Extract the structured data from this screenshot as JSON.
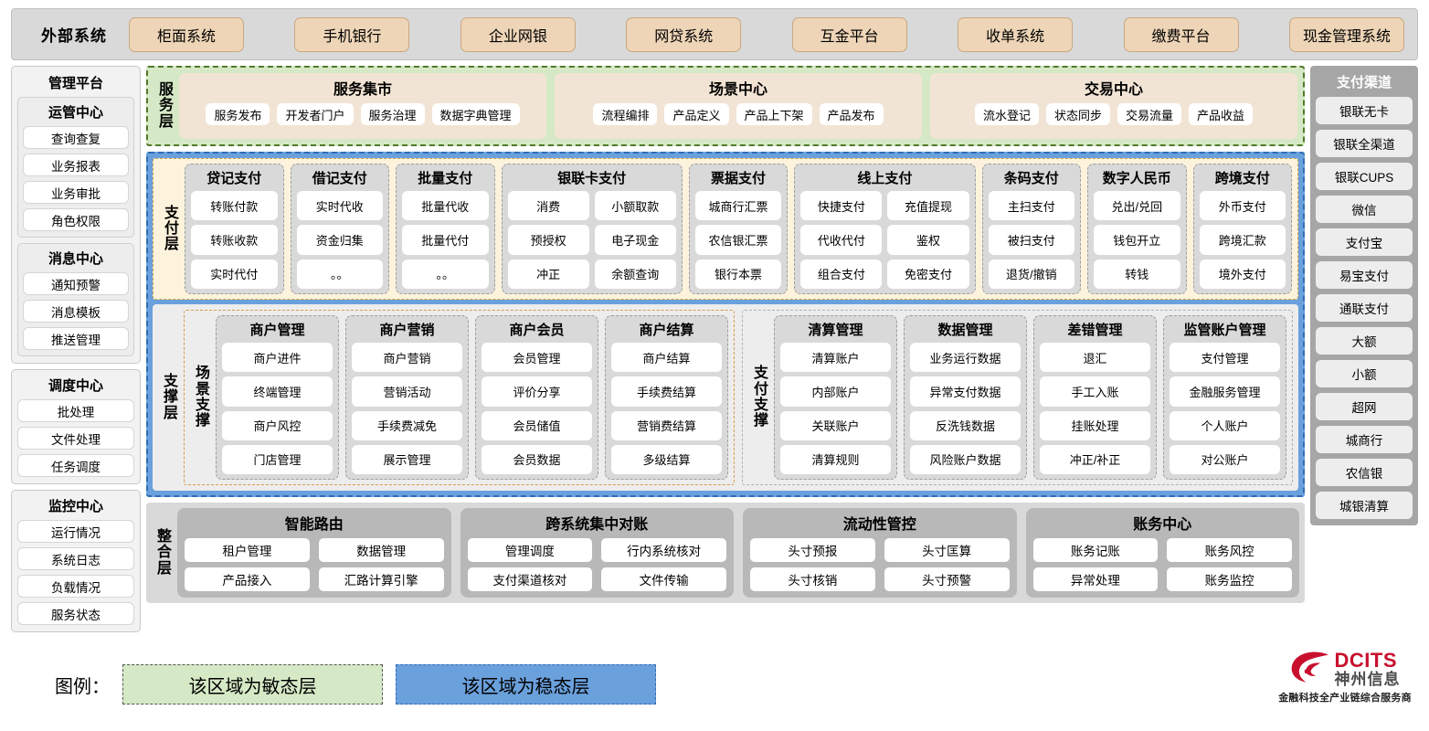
{
  "external_systems": {
    "title": "外部系统",
    "items": [
      "柜面系统",
      "手机银行",
      "企业网银",
      "网贷系统",
      "互金平台",
      "收单系统",
      "缴费平台",
      "现金管理系统"
    ]
  },
  "management_platform": {
    "title": "管理平台",
    "groups": [
      {
        "title": "运管中心",
        "items": [
          "查询查复",
          "业务报表",
          "业务审批",
          "角色权限"
        ]
      },
      {
        "title": "消息中心",
        "items": [
          "通知预警",
          "消息模板",
          "推送管理"
        ]
      }
    ],
    "standalone_groups": [
      {
        "title": "调度中心",
        "items": [
          "批处理",
          "文件处理",
          "任务调度"
        ]
      },
      {
        "title": "监控中心",
        "items": [
          "运行情况",
          "系统日志",
          "负载情况",
          "服务状态"
        ]
      }
    ]
  },
  "payment_channels": {
    "title": "支付渠道",
    "items": [
      "银联无卡",
      "银联全渠道",
      "银联CUPS",
      "微信",
      "支付宝",
      "易宝支付",
      "通联支付",
      "大额",
      "小额",
      "超网",
      "城商行",
      "农信银",
      "城银清算"
    ]
  },
  "service_layer": {
    "label": "服务层",
    "cards": [
      {
        "title": "服务集市",
        "items": [
          "服务发布",
          "开发者门户",
          "服务治理",
          "数据字典管理"
        ]
      },
      {
        "title": "场景中心",
        "items": [
          "流程编排",
          "产品定义",
          "产品上下架",
          "产品发布"
        ]
      },
      {
        "title": "交易中心",
        "items": [
          "流水登记",
          "状态同步",
          "交易流量",
          "产品收益"
        ]
      }
    ]
  },
  "payment_layer": {
    "label": "支付层",
    "groups": [
      {
        "title": "贷记支付",
        "cols": [
          [
            "转账付款",
            "转账收款",
            "实时代付"
          ]
        ]
      },
      {
        "title": "借记支付",
        "cols": [
          [
            "实时代收",
            "资金归集",
            "。。"
          ]
        ]
      },
      {
        "title": "批量支付",
        "cols": [
          [
            "批量代收",
            "批量代付",
            "。。"
          ]
        ]
      },
      {
        "title": "银联卡支付",
        "cols": [
          [
            "消费",
            "预授权",
            "冲正"
          ],
          [
            "小额取款",
            "电子现金",
            "余额查询"
          ]
        ]
      },
      {
        "title": "票据支付",
        "cols": [
          [
            "城商行汇票",
            "农信银汇票",
            "银行本票"
          ]
        ]
      },
      {
        "title": "线上支付",
        "cols": [
          [
            "快捷支付",
            "代收代付",
            "组合支付"
          ],
          [
            "充值提现",
            "鉴权",
            "免密支付"
          ]
        ]
      },
      {
        "title": "条码支付",
        "cols": [
          [
            "主扫支付",
            "被扫支付",
            "退货/撤销"
          ]
        ]
      },
      {
        "title": "数字人民币",
        "cols": [
          [
            "兑出/兑回",
            "钱包开立",
            "转钱"
          ]
        ]
      },
      {
        "title": "跨境支付",
        "cols": [
          [
            "外币支付",
            "跨境汇款",
            "境外支付"
          ]
        ]
      }
    ]
  },
  "support_layer": {
    "label": "支撑层",
    "zones": [
      {
        "label": "场景支撑",
        "style": "agile",
        "groups": [
          {
            "title": "商户管理",
            "items": [
              "商户进件",
              "终端管理",
              "商户风控",
              "门店管理"
            ]
          },
          {
            "title": "商户营销",
            "items": [
              "商户营销",
              "营销活动",
              "手续费减免",
              "展示管理"
            ]
          },
          {
            "title": "商户会员",
            "items": [
              "会员管理",
              "评价分享",
              "会员储值",
              "会员数据"
            ]
          },
          {
            "title": "商户结算",
            "items": [
              "商户结算",
              "手续费结算",
              "营销费结算",
              "多级结算"
            ]
          }
        ]
      },
      {
        "label": "支付支撑",
        "style": "stable",
        "groups": [
          {
            "title": "清算管理",
            "items": [
              "清算账户",
              "内部账户",
              "关联账户",
              "清算规则"
            ]
          },
          {
            "title": "数据管理",
            "items": [
              "业务运行数据",
              "异常支付数据",
              "反洗钱数据",
              "风险账户数据"
            ]
          },
          {
            "title": "差错管理",
            "items": [
              "退汇",
              "手工入账",
              "挂账处理",
              "冲正/补正"
            ]
          },
          {
            "title": "监管账户管理",
            "items": [
              "支付管理",
              "金融服务管理",
              "个人账户",
              "对公账户"
            ]
          }
        ]
      }
    ]
  },
  "integration_layer": {
    "label": "整合层",
    "cards": [
      {
        "title": "智能路由",
        "items": [
          "租户管理",
          "数据管理",
          "产品接入",
          "汇路计算引擎"
        ]
      },
      {
        "title": "跨系统集中对账",
        "items": [
          "管理调度",
          "行内系统核对",
          "支付渠道核对",
          "文件传输"
        ]
      },
      {
        "title": "流动性管控",
        "items": [
          "头寸预报",
          "头寸匡算",
          "头寸核销",
          "头寸预警"
        ]
      },
      {
        "title": "账务中心",
        "items": [
          "账务记账",
          "账务风控",
          "异常处理",
          "账务监控"
        ]
      }
    ]
  },
  "legend": {
    "label": "图例：",
    "agile_text": "该区域为敏态层",
    "stable_text": "该区域为稳态层",
    "agile_color": "#d6e9c6",
    "stable_color": "#6aa0dc"
  },
  "logo": {
    "brand_en": "DCITS",
    "brand_cn": "神州信息",
    "tagline": "金融科技全产业链综合服务商",
    "brand_color": "#c8102e"
  }
}
